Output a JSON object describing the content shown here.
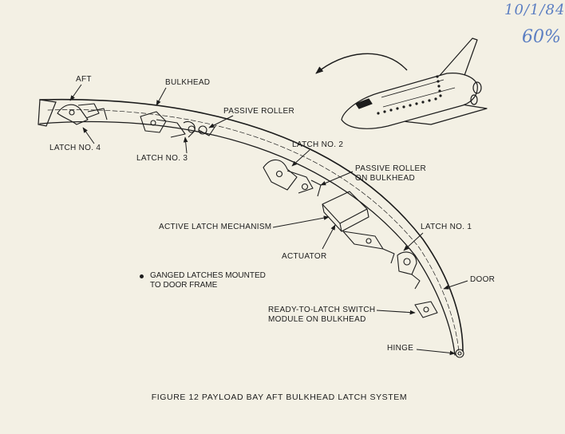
{
  "annotations": {
    "date": "10/1/84",
    "percent": "60%"
  },
  "labels": {
    "aft": "AFT",
    "bulkhead": "BULKHEAD",
    "passive_roller": "PASSIVE ROLLER",
    "latch4": "LATCH NO. 4",
    "latch3": "LATCH NO. 3",
    "latch2": "LATCH NO. 2",
    "passive_roller_bulkhead_1": "PASSIVE ROLLER",
    "passive_roller_bulkhead_2": "ON BULKHEAD",
    "active_latch": "ACTIVE LATCH MECHANISM",
    "actuator": "ACTUATOR",
    "latch1": "LATCH NO. 1",
    "door": "DOOR",
    "switch_1": "READY-TO-LATCH SWITCH",
    "switch_2": "MODULE ON BULKHEAD",
    "hinge": "HINGE"
  },
  "note": {
    "line1": "GANGED LATCHES MOUNTED",
    "line2": "TO DOOR FRAME"
  },
  "caption": "FIGURE 12 PAYLOAD BAY AFT BULKHEAD LATCH SYSTEM"
}
